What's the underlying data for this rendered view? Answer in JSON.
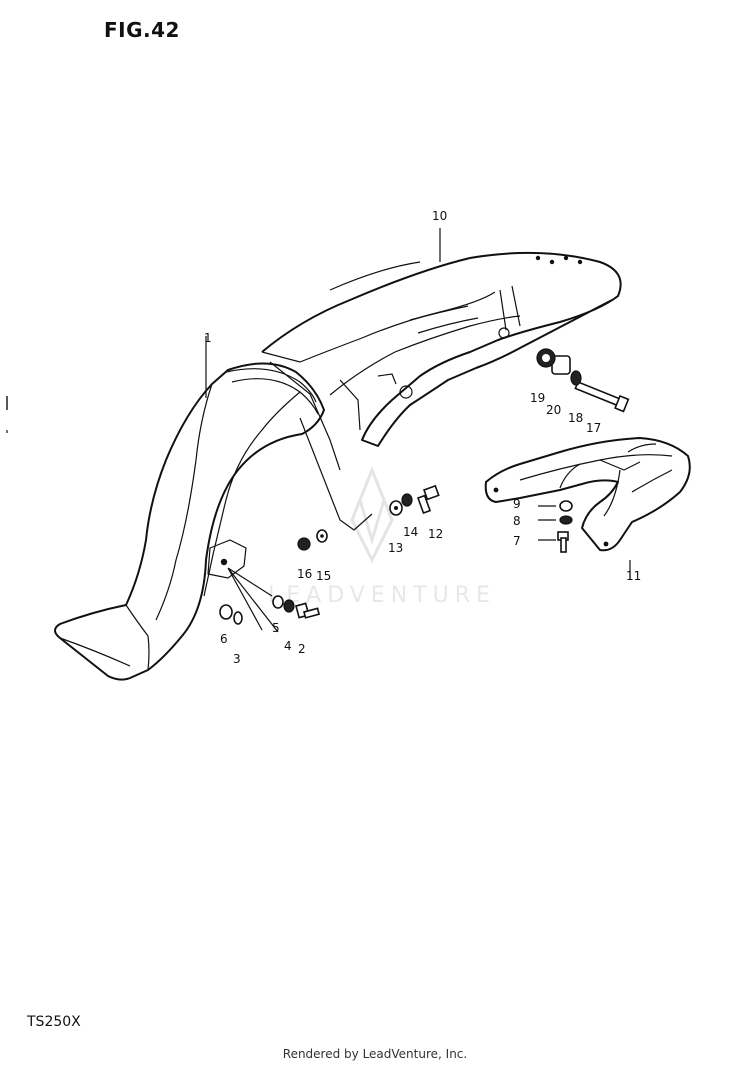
{
  "figure": {
    "title": "FIG.42",
    "model": "TS250X",
    "footer": "Rendered by LeadVenture, Inc.",
    "watermark": "LEADVENTURE"
  },
  "callouts": [
    {
      "id": "c1",
      "label": "1"
    },
    {
      "id": "c2",
      "label": "2"
    },
    {
      "id": "c3",
      "label": "3"
    },
    {
      "id": "c4",
      "label": "4"
    },
    {
      "id": "c5",
      "label": "5"
    },
    {
      "id": "c6",
      "label": "6"
    },
    {
      "id": "c7",
      "label": "7"
    },
    {
      "id": "c8",
      "label": "8"
    },
    {
      "id": "c9",
      "label": "9"
    },
    {
      "id": "c10",
      "label": "10"
    },
    {
      "id": "c11",
      "label": "11"
    },
    {
      "id": "c12",
      "label": "12"
    },
    {
      "id": "c13",
      "label": "13"
    },
    {
      "id": "c14",
      "label": "14"
    },
    {
      "id": "c15",
      "label": "15"
    },
    {
      "id": "c16",
      "label": "16"
    },
    {
      "id": "c17",
      "label": "17"
    },
    {
      "id": "c18",
      "label": "18"
    },
    {
      "id": "c19",
      "label": "19"
    },
    {
      "id": "c20",
      "label": "20"
    }
  ]
}
